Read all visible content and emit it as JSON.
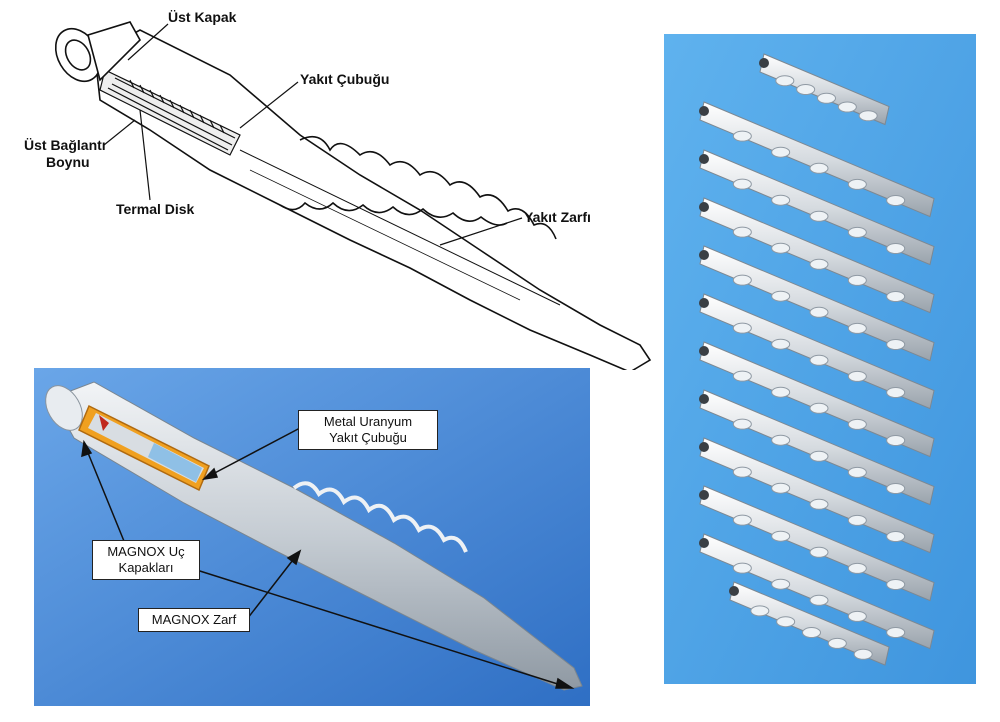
{
  "sketch": {
    "labels": {
      "top_cap": "Üst Kapak",
      "fuel_rod": "Yakıt Çubuğu",
      "top_neck_line1": "Üst Bağlantı",
      "top_neck_line2": "Boynu",
      "thermal_disk": "Termal Disk",
      "fuel_can": "Yakıt Zarfı"
    }
  },
  "photo_diagram": {
    "labels": {
      "metal_uranium_line1": "Metal Uranyum",
      "metal_uranium_line2": "Yakıt Çubuğu",
      "end_caps_line1": "MAGNOX Uç",
      "end_caps_line2": "Kapakları",
      "magnox_can": "MAGNOX Zarf"
    },
    "colors": {
      "background": "#3d7fd1",
      "rod": "#cfd6dc",
      "highlight": "#f0a020"
    }
  },
  "photo_rods": {
    "count": 12,
    "colors": {
      "background": "#4aa3e8",
      "rod": "#e4e8ec"
    }
  }
}
